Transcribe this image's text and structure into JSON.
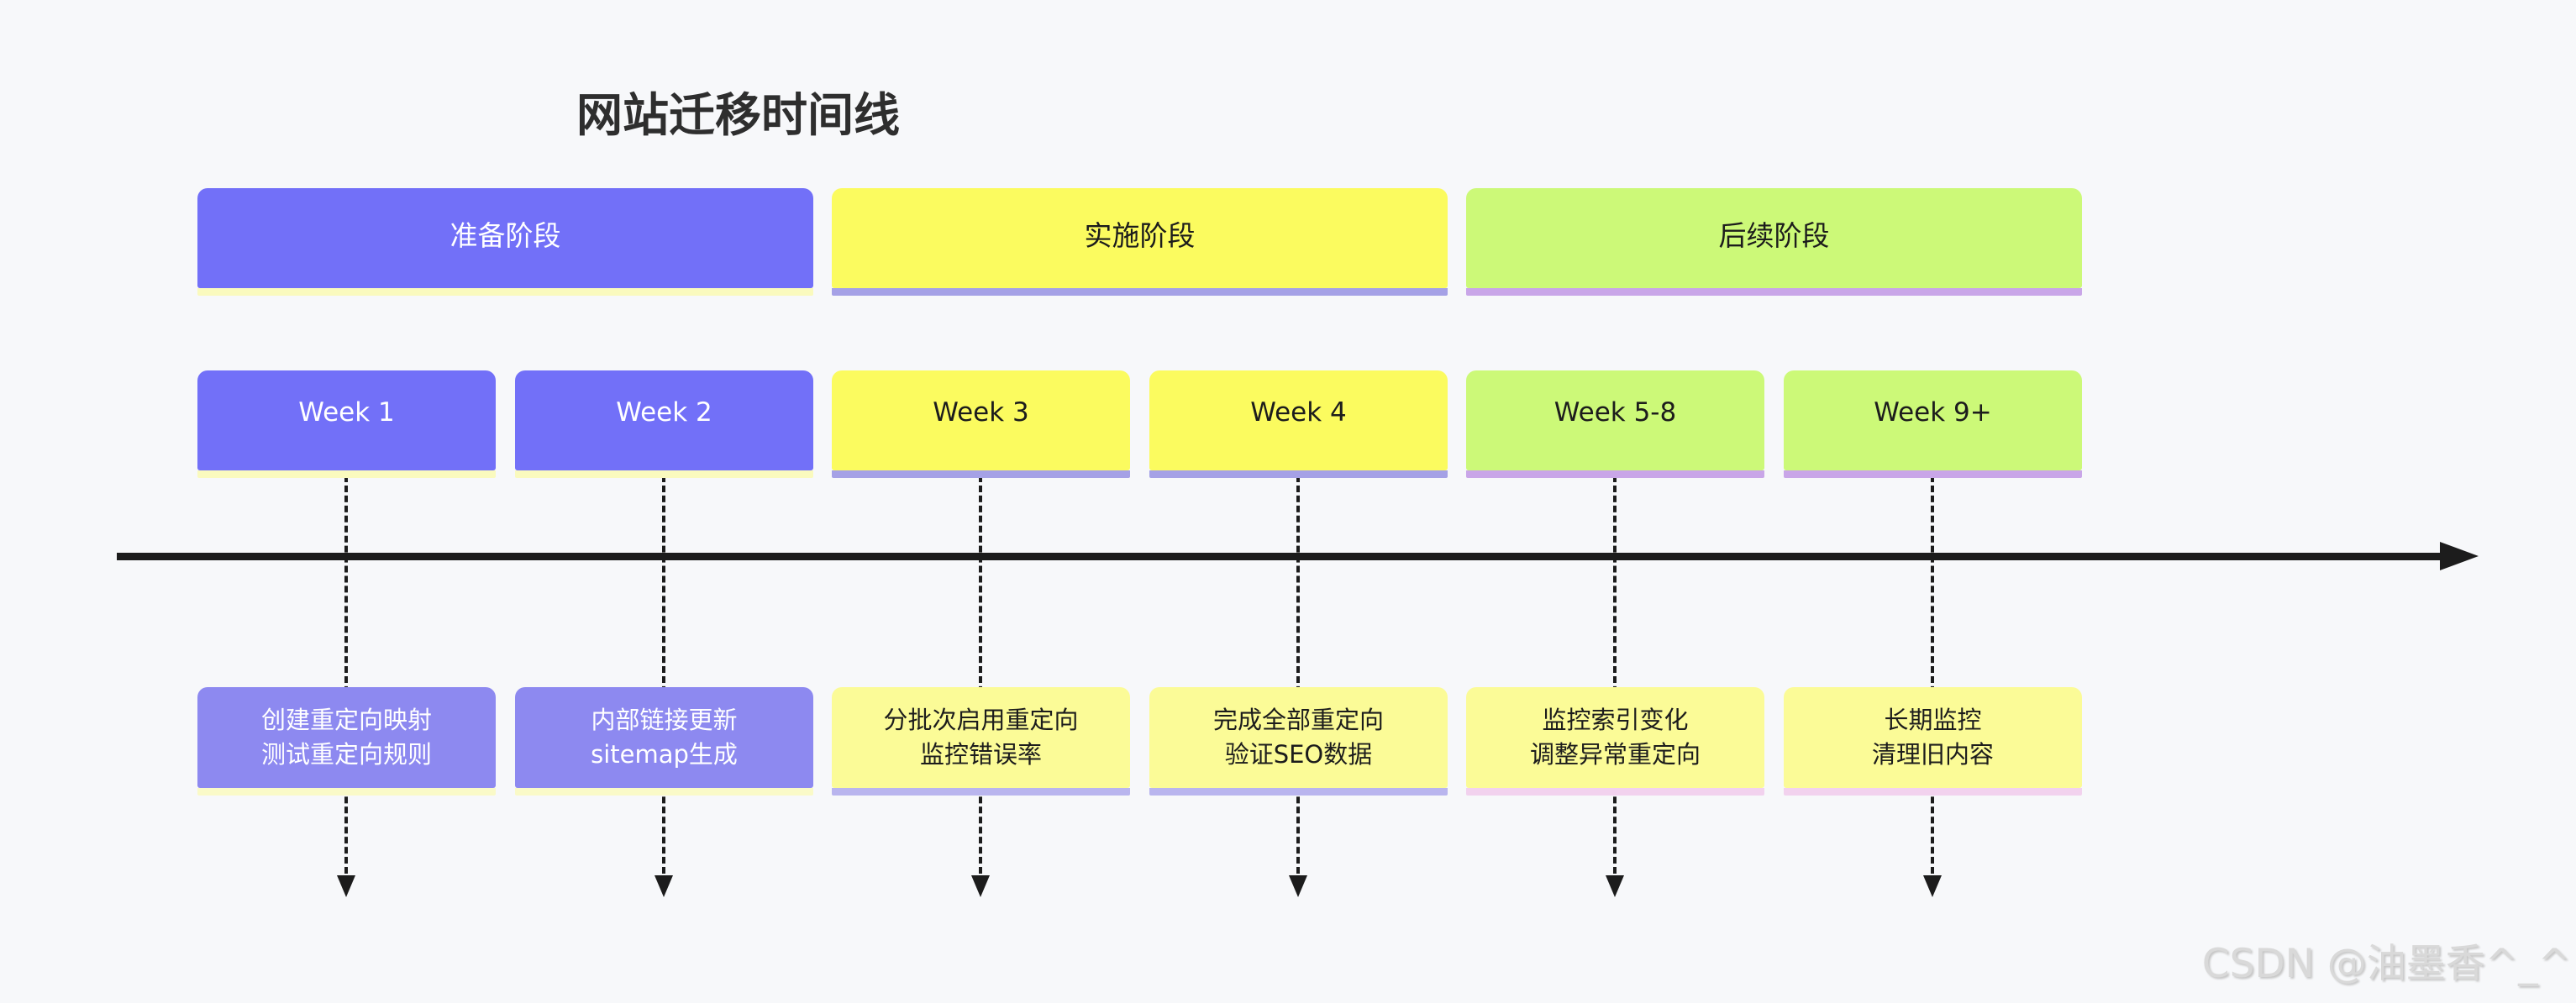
{
  "title": "网站迁移时间线",
  "watermark": "CSDN @油墨香^_^",
  "colors": {
    "background": "#f7f8fa",
    "phase_purple": "#7270f8",
    "phase_yellow": "#fbfb5f",
    "phase_green": "#ccf978",
    "task_purple": "#8d89f0",
    "task_yellow": "#fbfb97",
    "shadow_pale_yellow": "#fafabe",
    "shadow_lavender": "#a5a1e6",
    "shadow_light_lavender": "#b9b5ee",
    "shadow_violet": "#c9a6e8",
    "shadow_pink": "#f2d2ee",
    "axis_black": "#1c1c1c",
    "text_dark": "#1c1c1c",
    "text_light": "#ffffff",
    "watermark_gray": "#d9d9d9"
  },
  "phases": [
    {
      "label": "准备阶段",
      "theme": "purple"
    },
    {
      "label": "实施阶段",
      "theme": "yellow"
    },
    {
      "label": "后续阶段",
      "theme": "green"
    }
  ],
  "weeks": [
    {
      "label": "Week 1",
      "theme": "purple"
    },
    {
      "label": "Week 2",
      "theme": "purple"
    },
    {
      "label": "Week 3",
      "theme": "yellow"
    },
    {
      "label": "Week 4",
      "theme": "yellow"
    },
    {
      "label": "Week 5-8",
      "theme": "green"
    },
    {
      "label": "Week 9+",
      "theme": "green"
    }
  ],
  "tasks": [
    {
      "lines": [
        "创建重定向映射",
        "测试重定向规则"
      ],
      "theme": "purple-light"
    },
    {
      "lines": [
        "内部链接更新",
        "sitemap生成"
      ],
      "theme": "purple-light"
    },
    {
      "lines": [
        "分批次启用重定向",
        "监控错误率"
      ],
      "theme": "yellow-pale"
    },
    {
      "lines": [
        "完成全部重定向",
        "验证SEO数据"
      ],
      "theme": "yellow-pale"
    },
    {
      "lines": [
        "监控索引变化",
        "调整异常重定向"
      ],
      "theme": "yellow-pale-pink"
    },
    {
      "lines": [
        "长期监控",
        "清理旧内容"
      ],
      "theme": "yellow-pale-pink"
    }
  ]
}
